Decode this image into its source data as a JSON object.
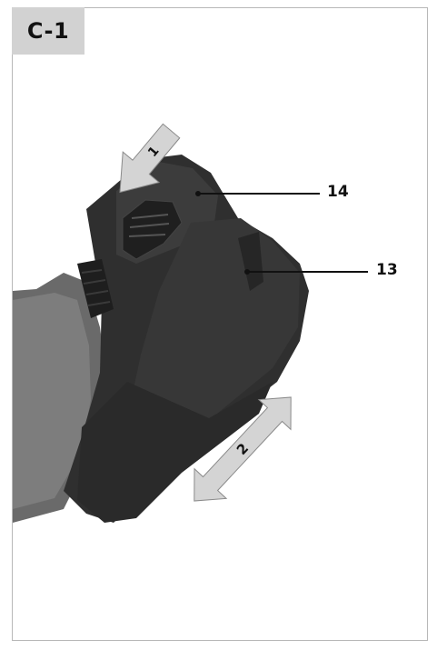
{
  "figure": {
    "tag": "C-1",
    "callouts": [
      {
        "label": "14"
      },
      {
        "label": "13"
      }
    ],
    "arrows": [
      {
        "label": "1"
      },
      {
        "label": "2"
      }
    ],
    "colors": {
      "tag_bg": "#d2d2d2",
      "frame": "#b8b8b8",
      "arrow_fill": "#d4d4d4",
      "tool_dark": "#2e2e2e"
    }
  }
}
